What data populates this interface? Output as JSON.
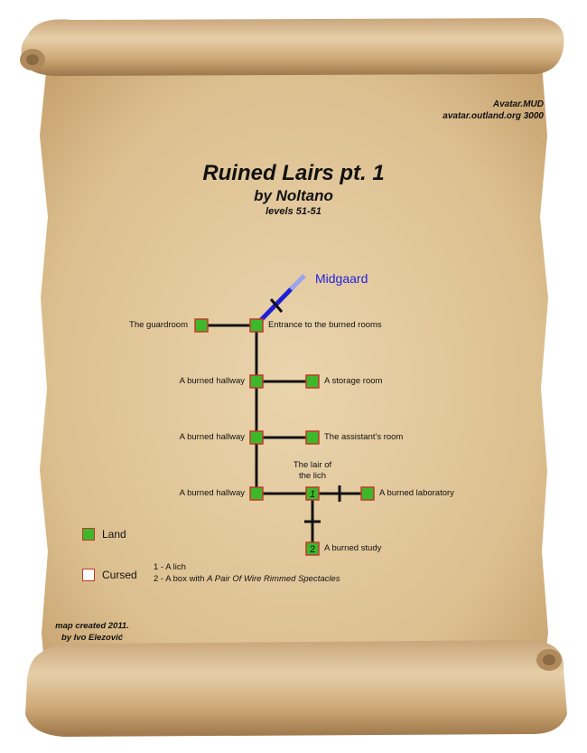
{
  "header": {
    "server": "Avatar.MUD",
    "address": "avatar.outland.org 3000",
    "title": "Ruined Lairs pt. 1",
    "author": "by Noltano",
    "levels": "levels 51-51"
  },
  "map": {
    "exit_label": "Midgaard",
    "exit_color": "#2222dd",
    "rooms": [
      {
        "id": "guardroom",
        "label": "The guardroom",
        "type": "land"
      },
      {
        "id": "entrance",
        "label": "Entrance to the burned rooms",
        "type": "land"
      },
      {
        "id": "hallway1",
        "label": "A burned hallway",
        "type": "land"
      },
      {
        "id": "storage",
        "label": "A storage room",
        "type": "land"
      },
      {
        "id": "hallway2",
        "label": "A burned hallway",
        "type": "land"
      },
      {
        "id": "assistant",
        "label": "The assistant's room",
        "type": "land"
      },
      {
        "id": "hallway3",
        "label": "A burned hallway",
        "type": "land"
      },
      {
        "id": "lair",
        "label": "The lair of the lich",
        "label_line1": "The lair of",
        "label_line2": "the lich",
        "type": "land",
        "marker": "1"
      },
      {
        "id": "laboratory",
        "label": "A burned laboratory",
        "type": "land"
      },
      {
        "id": "study",
        "label": "A burned study",
        "type": "land",
        "marker": "2"
      }
    ]
  },
  "legend": {
    "land_label": "Land",
    "land_color": "#3db82a",
    "cursed_label": "Cursed",
    "cursed_color": "#ffffff",
    "border_color": "#c0392b"
  },
  "notes": {
    "note1": "1 - A lich",
    "note2_prefix": "2 - A box with ",
    "note2_item": "A Pair Of Wire Rimmed Spectacles"
  },
  "footer": {
    "line1": "map created 2011.",
    "line2": "by Ivo Elezović"
  }
}
